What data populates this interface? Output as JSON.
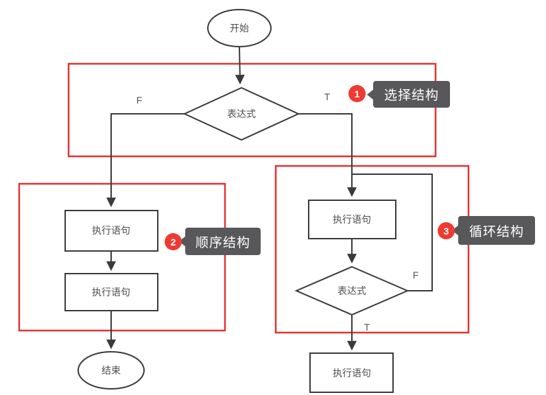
{
  "flowchart": {
    "start_label": "开始",
    "end_label": "结束",
    "decision_label": "表达式",
    "process_label": "执行语句",
    "branch_true": "T",
    "branch_false": "F",
    "annotations": [
      {
        "number": "1",
        "label": "选择结构"
      },
      {
        "number": "2",
        "label": "顺序结构"
      },
      {
        "number": "3",
        "label": "循环结构"
      }
    ],
    "colors": {
      "outline_red": "#e03434",
      "badge_red": "#ee3a31",
      "tooltip_bg": "#58585a",
      "line_dark": "#3a3a3a",
      "text_dark": "#4d4d4d",
      "background": "#ffffff"
    }
  }
}
